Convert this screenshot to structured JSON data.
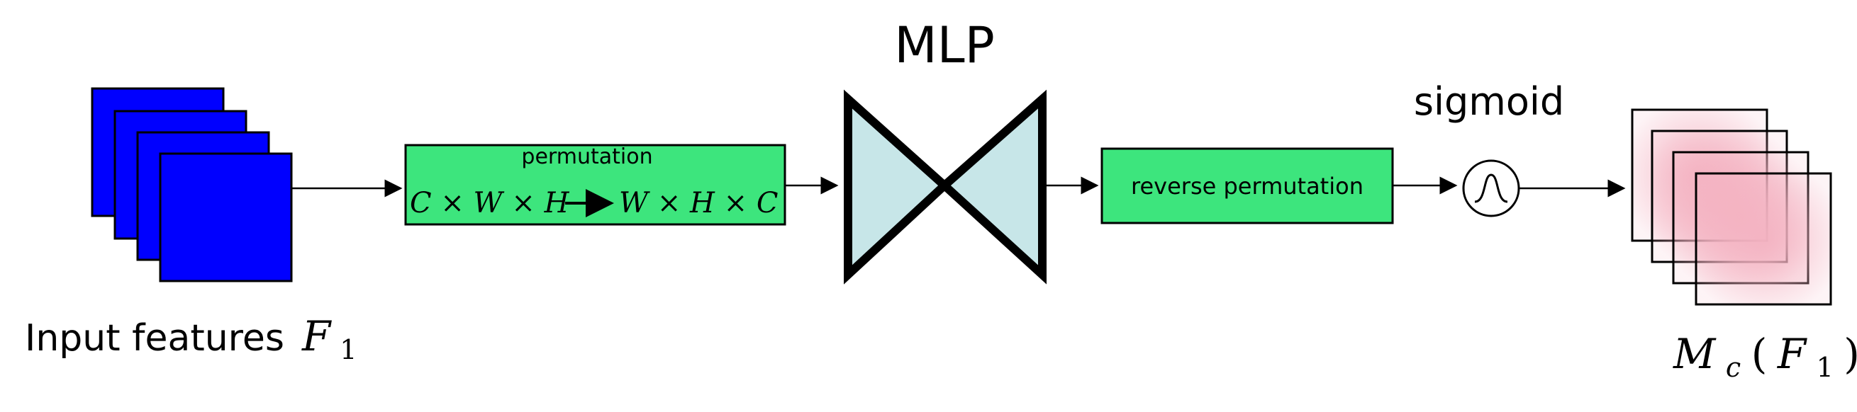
{
  "diagram": {
    "input_label": "Input features",
    "input_symbol": "F",
    "input_subscript": "1",
    "permutation_title": "permutation",
    "permutation_from": "C × W × H",
    "permutation_to": "W × H × C",
    "mlp_label": "MLP",
    "reverse_permutation_label": "reverse permutation",
    "sigmoid_label": "sigmoid",
    "output_symbol": "M",
    "output_subscript": "c",
    "output_arg_open": "(",
    "output_arg_symbol": "F",
    "output_arg_subscript": "1",
    "output_arg_close": ")"
  },
  "colors": {
    "input_fill": "#0000ff",
    "box_fill": "#3de57d",
    "mlp_fill": "#c7e6e8",
    "output_fill": "#f4b3c2"
  }
}
